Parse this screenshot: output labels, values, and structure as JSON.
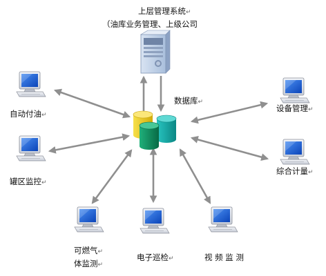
{
  "top_system": {
    "title": "上层管理系统",
    "subtitle": "（油库业务管理、上级公司"
  },
  "center": {
    "label": "数据库"
  },
  "nodes": [
    {
      "id": "auto_fuel",
      "label": "自动付油"
    },
    {
      "id": "tank_area",
      "label": "罐区监控"
    },
    {
      "id": "gas_monitor",
      "lines": [
        "可燃气",
        "体监测"
      ]
    },
    {
      "id": "patrol",
      "label": "电子巡检"
    },
    {
      "id": "video",
      "label": "视 频 监 测"
    },
    {
      "id": "equipment",
      "label": "设备管理"
    },
    {
      "id": "metering",
      "label": "综合计量"
    }
  ],
  "paragraph_mark": "↵",
  "colors": {
    "arrow": "#8f8f8f",
    "monitor_screen": "#1c63d6",
    "monitor_body": "#e3e6ec",
    "cylinder_yellow": "#f3d21a",
    "cylinder_teal": "#12a7a3",
    "cylinder_green": "#0d8a5c",
    "server_body": "#bfd0e8"
  },
  "icons": [
    "computer-icon",
    "database-icon",
    "server-icon"
  ]
}
